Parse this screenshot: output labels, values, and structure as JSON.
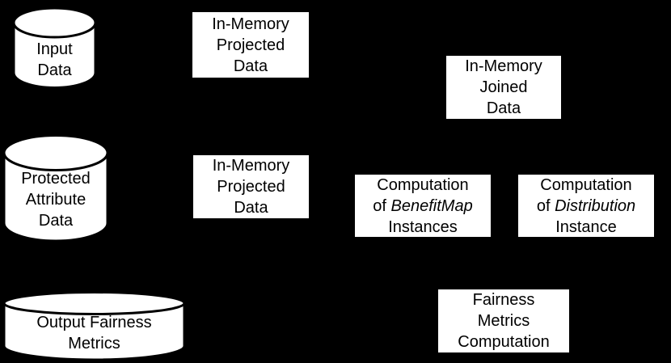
{
  "canvas": {
    "background_color": "#000000",
    "node_fill_color": "#ffffff",
    "node_stroke_color": "#000000",
    "text_color": "#000000"
  },
  "datastores": {
    "input_data": {
      "lines": [
        [
          {
            "text": "Input"
          }
        ],
        [
          {
            "text": "Data"
          }
        ]
      ]
    },
    "protected_attribute_data": {
      "lines": [
        [
          {
            "text": "Protected"
          }
        ],
        [
          {
            "text": "Attribute"
          }
        ],
        [
          {
            "text": "Data"
          }
        ]
      ]
    },
    "output_fairness_metrics": {
      "lines": [
        [
          {
            "text": "Output Fairness"
          }
        ],
        [
          {
            "text": "Metrics"
          }
        ]
      ]
    }
  },
  "processes": {
    "in_memory_projected_data_top": {
      "lines": [
        [
          {
            "text": "In-Memory"
          }
        ],
        [
          {
            "text": "Projected"
          }
        ],
        [
          {
            "text": "Data"
          }
        ]
      ]
    },
    "in_memory_joined_data": {
      "lines": [
        [
          {
            "text": "In-Memory"
          }
        ],
        [
          {
            "text": "Joined"
          }
        ],
        [
          {
            "text": "Data"
          }
        ]
      ]
    },
    "in_memory_projected_data_middle": {
      "lines": [
        [
          {
            "text": "In-Memory"
          }
        ],
        [
          {
            "text": "Projected"
          }
        ],
        [
          {
            "text": "Data"
          }
        ]
      ]
    },
    "computation_of_benefitmap_instances": {
      "lines": [
        [
          {
            "text": "Computation"
          }
        ],
        [
          {
            "text": "of "
          },
          {
            "text": "BenefitMap",
            "italic": true
          }
        ],
        [
          {
            "text": "Instances"
          }
        ]
      ]
    },
    "computation_of_distribution_instance": {
      "lines": [
        [
          {
            "text": "Computation"
          }
        ],
        [
          {
            "text": "of "
          },
          {
            "text": "Distribution",
            "italic": true
          }
        ],
        [
          {
            "text": "Instance"
          }
        ]
      ]
    },
    "fairness_metrics_computation": {
      "lines": [
        [
          {
            "text": "Fairness"
          }
        ],
        [
          {
            "text": "Metrics"
          }
        ],
        [
          {
            "text": "Computation"
          }
        ]
      ]
    }
  }
}
